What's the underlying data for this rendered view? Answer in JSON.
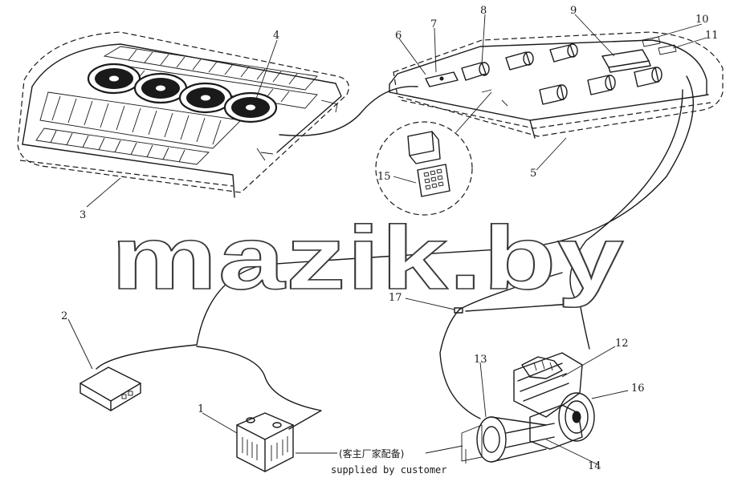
{
  "callouts": {
    "c1": "1",
    "c2": "2",
    "c3": "3",
    "c4": "4",
    "c5": "5",
    "c6": "6",
    "c7": "7",
    "c8": "8",
    "c9": "9",
    "c10": "10",
    "c11": "11",
    "c12": "12",
    "c13": "13",
    "c14": "14",
    "c15": "15",
    "c16": "16",
    "c17": "17"
  },
  "note": {
    "chinese": "(客主厂家配备)",
    "english": "supplied by customer"
  },
  "watermark": "mazik.by",
  "colors": {
    "ink": "#1a1a1a",
    "background": "#ffffff"
  }
}
